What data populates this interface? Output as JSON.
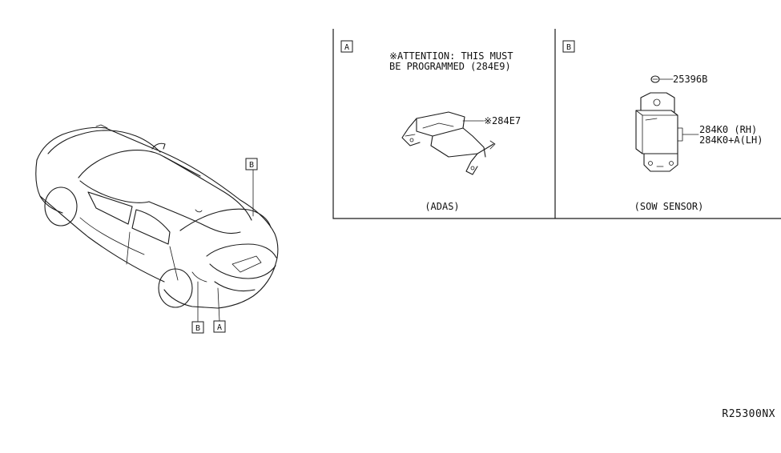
{
  "diagram_code": "R25300NX",
  "callouts": {
    "rear_right": "B",
    "bumper_left": "B",
    "bumper_right": "A"
  },
  "panel_a": {
    "letter": "A",
    "attention_line1": "※ATTENTION: THIS MUST",
    "attention_line2": "BE PROGRAMMED (284E9)",
    "part_label": "※284E7",
    "caption": "(ADAS)"
  },
  "panel_b": {
    "letter": "B",
    "bolt_label": "25396B",
    "part_label_rh": "284K0 (RH)",
    "part_label_lh": "284K0+A(LH)",
    "caption": "(SOW SENSOR)"
  }
}
